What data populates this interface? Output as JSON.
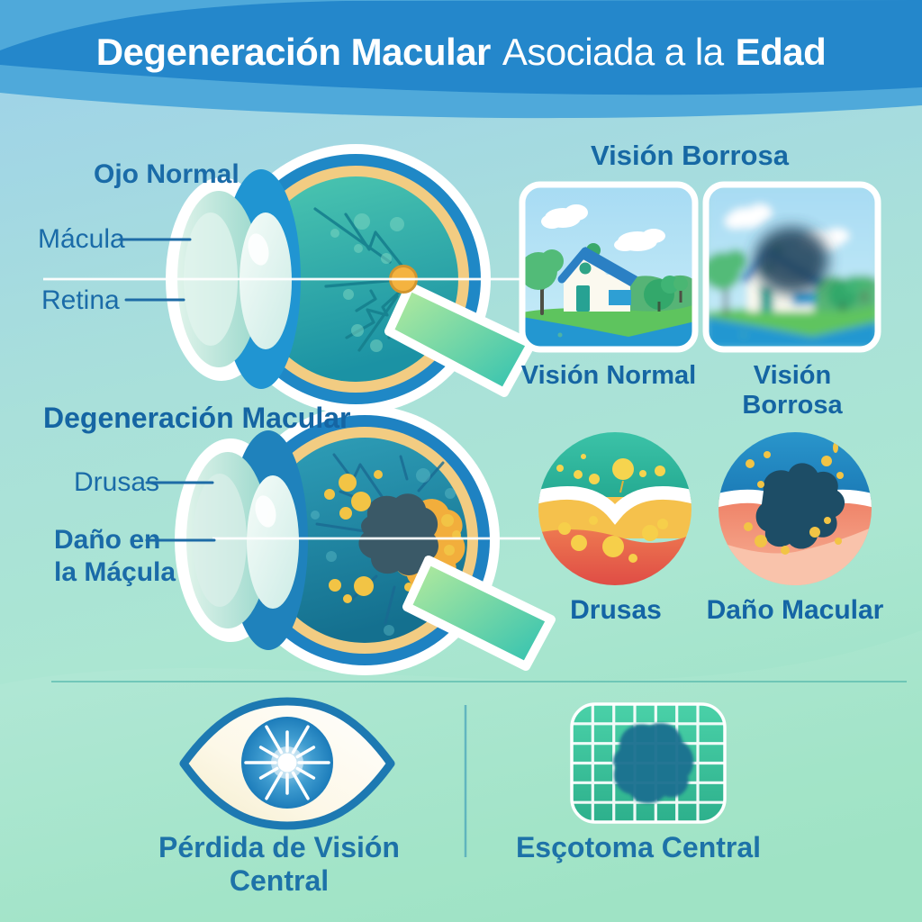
{
  "title": {
    "bold1": "Degeneración Macular",
    "regular": "Asociada a la",
    "bold2": "Edad"
  },
  "sections": {
    "normal_eye": {
      "heading": "Ojo Normal",
      "label_macula": "Mácula",
      "label_retina": "Retina"
    },
    "blurry_vision": {
      "heading": "Visión Borrosa",
      "caption_normal": "Visión Normal",
      "caption_blurry": "Visión Borrosa"
    },
    "macular_degeneration": {
      "heading": "Degeneración Macular",
      "label_drusen": "Drusas",
      "label_damage_line1": "Daño en",
      "label_damage_line2": "la Máçula"
    },
    "pathology": {
      "caption_drusen": "Drusas",
      "caption_damage": "Daño Macular"
    },
    "symptoms": {
      "caption_vision_loss": "Pérdida de Visión Central",
      "caption_scotoma": "Esçotoma Central"
    }
  },
  "colors": {
    "header_blue": "#2487cb",
    "header_light_blue": "#4fa9da",
    "title_text": "#ffffff",
    "heading_text_blue": "#1a6ba8",
    "background_top": "#9fd3e8",
    "background_bottom": "#9ae2c2",
    "eye_sclera_ring": "#1f88c6",
    "retina_ring_amber": "#f2cc82",
    "eye_interior_teal": "#2fa9a8",
    "macula_orange": "#f4b340",
    "drusen_yellow": "#f2c445",
    "macular_damage_dark": "#3a5967",
    "scotoma_teal": "#1f7190",
    "optic_nerve_green": "#7de0a6"
  }
}
